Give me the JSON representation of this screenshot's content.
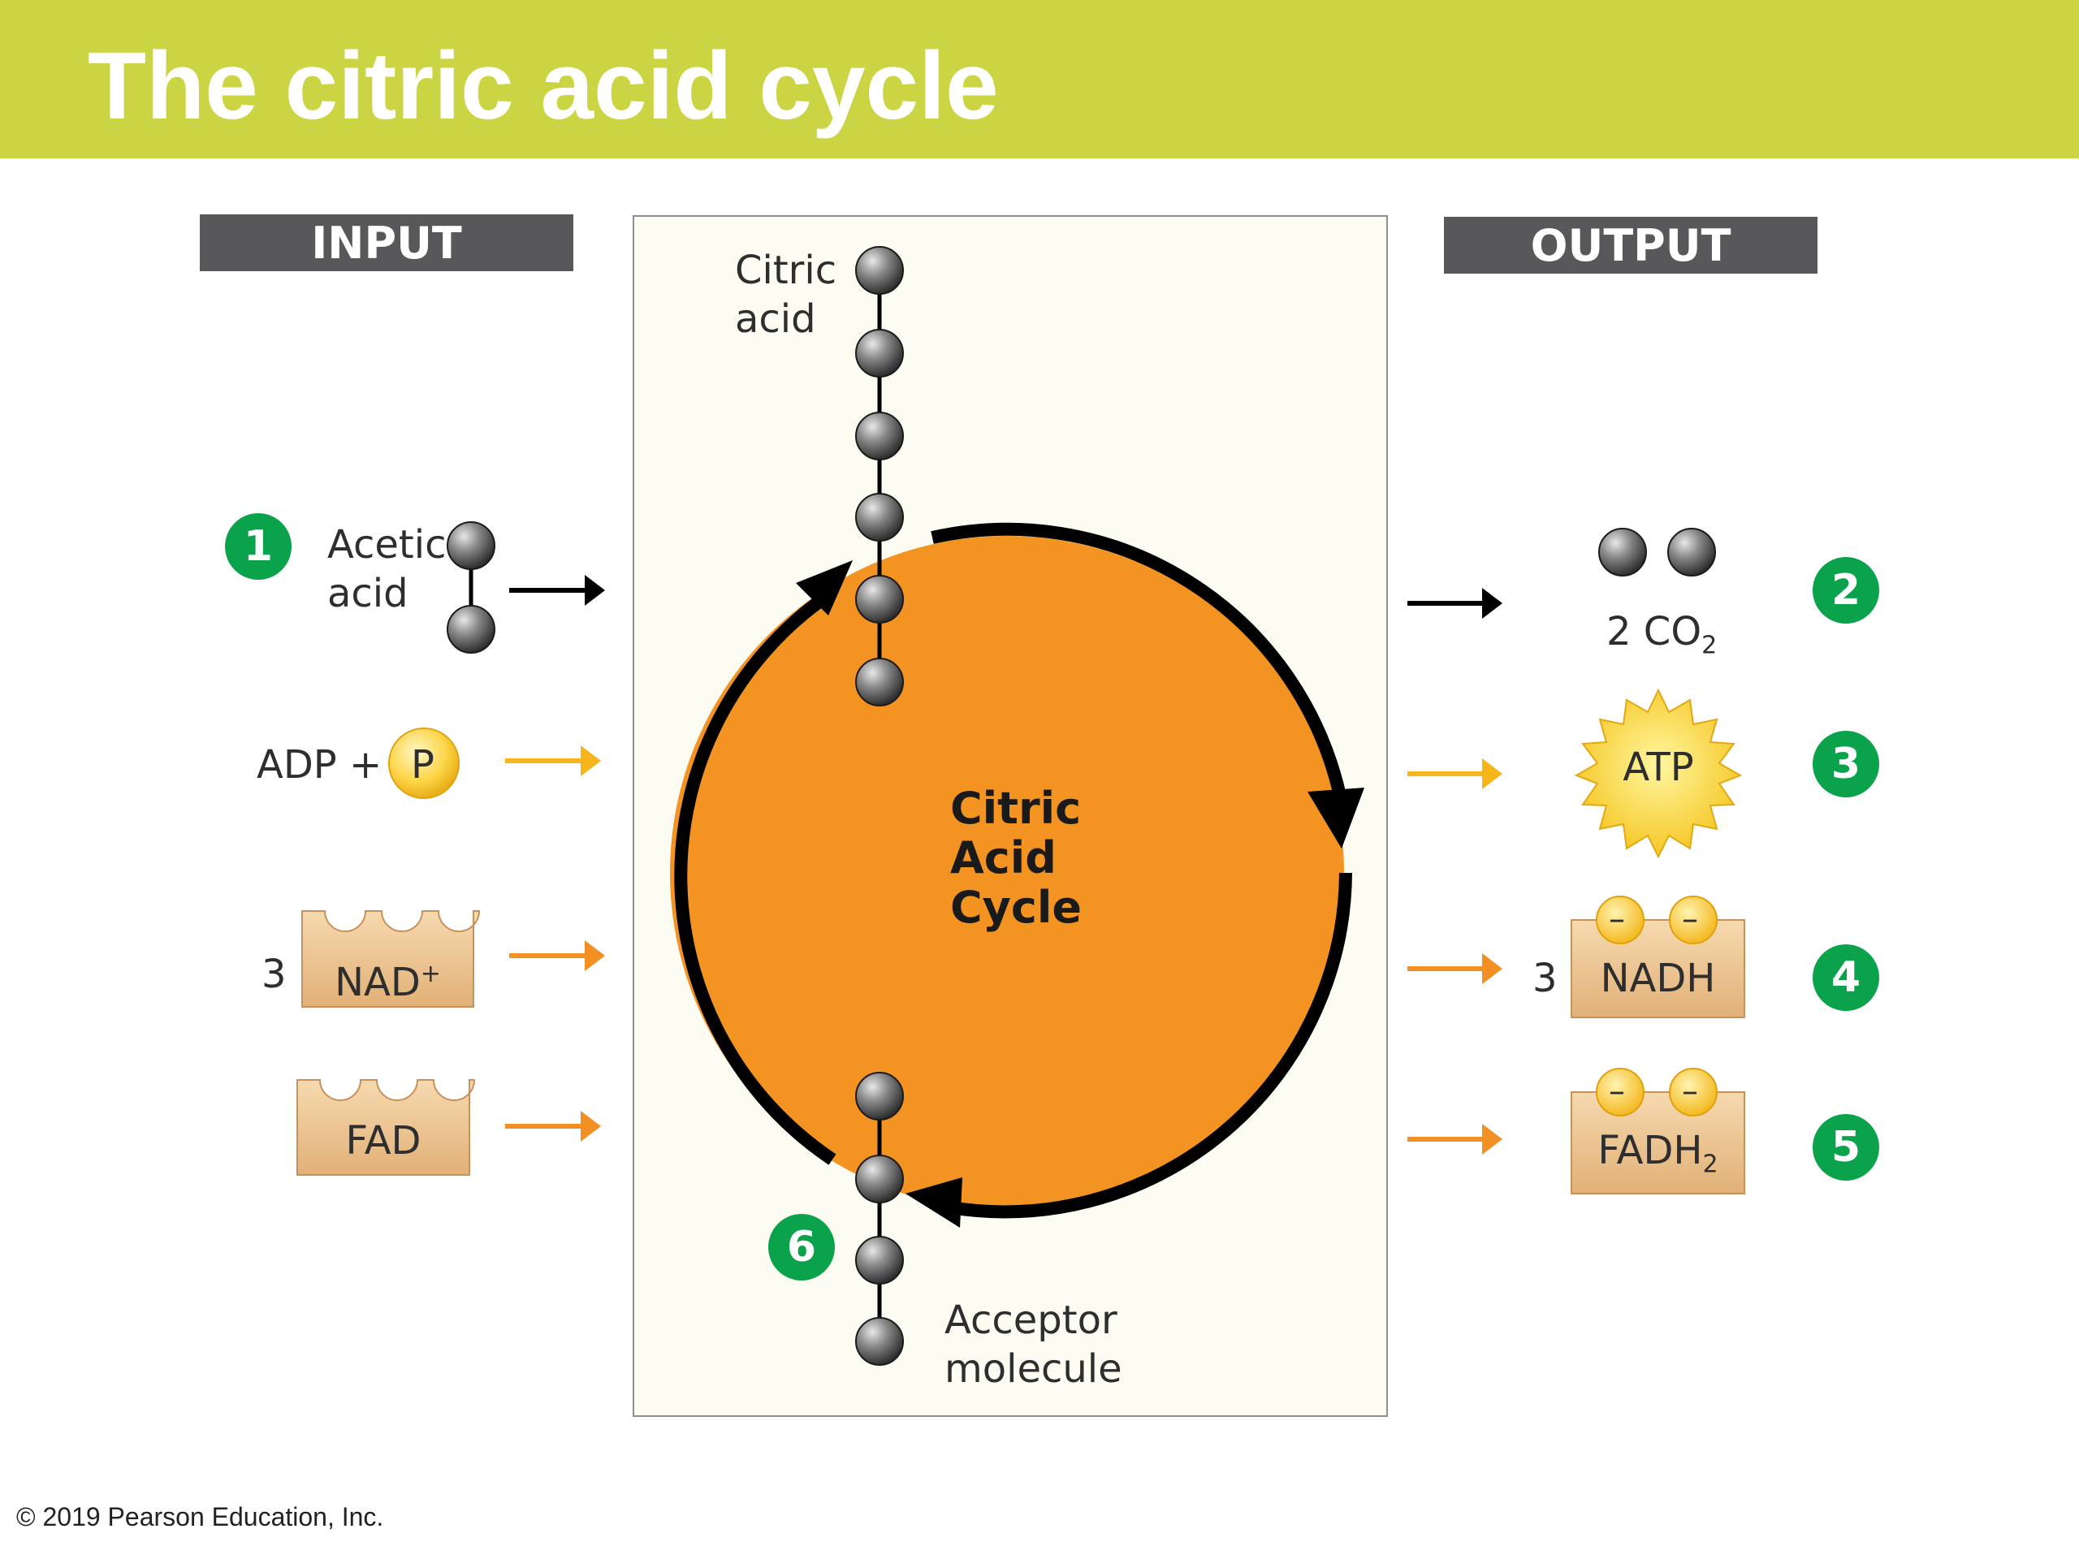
{
  "title": "The citric acid cycle",
  "headers": {
    "input": "INPUT",
    "output": "OUTPUT"
  },
  "cycle": {
    "center_label": [
      "Citric",
      "Acid",
      "Cycle"
    ],
    "citric_acid_label": [
      "Citric",
      "acid"
    ],
    "acceptor_label": [
      "Acceptor",
      "molecule"
    ]
  },
  "inputs": {
    "acetic_acid": [
      "Acetic",
      "acid"
    ],
    "adp_prefix": "ADP +",
    "phosphate": "P",
    "nad_count": "3",
    "nad_name": "NAD",
    "nad_charge": "+",
    "fad_name": "FAD"
  },
  "outputs": {
    "co2_prefix": "2 CO",
    "co2_subscript": "2",
    "atp": "ATP",
    "nadh_count": "3",
    "nadh_name": "NADH",
    "fadh_name": "FADH",
    "fadh_subscript": "2",
    "electron_sign": "–"
  },
  "steps": [
    "1",
    "2",
    "3",
    "4",
    "5",
    "6"
  ],
  "colors": {
    "title_bar": "#cbd544",
    "header_box": "#58585a",
    "cycle_orange": "#f39321",
    "step_badge": "#0aa34c",
    "arrow_yellow": "#f7b51c",
    "arrow_orange": "#f29023",
    "carrier_tan": "#eec79a"
  },
  "copyright": "© 2019 Pearson Education, Inc."
}
